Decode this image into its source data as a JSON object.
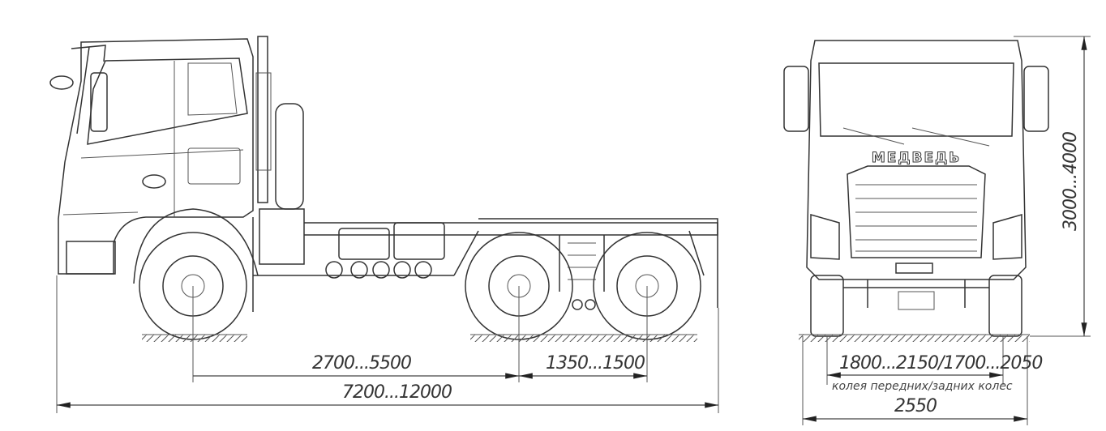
{
  "side_view": {
    "wheelbase_label": "2700...5500",
    "rear_axle_spacing_label": "1350...1500",
    "overall_length_label": "7200...12000"
  },
  "front_view": {
    "brand_logo": "МЕДВЕДЬ",
    "track_label": "1800...2150/1700...2050",
    "track_caption": "колея передних/задних колес",
    "width_label": "2550",
    "height_label": "3000...4000"
  }
}
